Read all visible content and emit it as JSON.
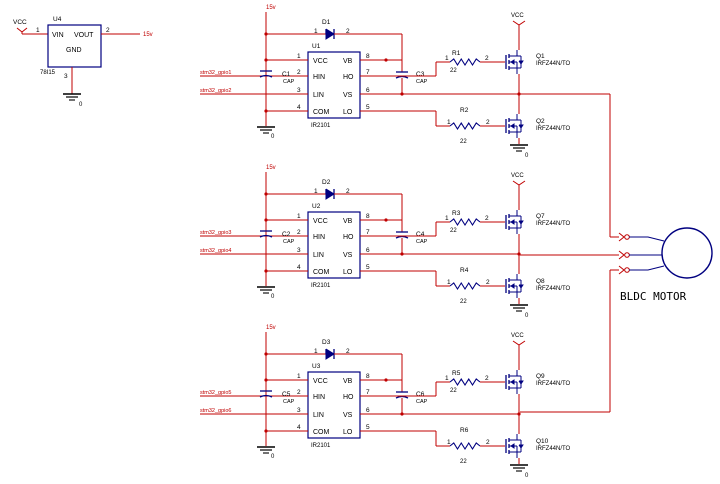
{
  "colors": {
    "wire": "#c00000",
    "body": "#000080",
    "net": "#c00000"
  },
  "regulator": {
    "ref": "U4",
    "part": "78I15",
    "vin": "VIN",
    "vout": "VOUT",
    "gnd": "GND",
    "pin_in": "1",
    "pin_out": "2",
    "pin_gnd": "3",
    "in_net": "VCC",
    "out_net": "15v",
    "gnd_net": "0"
  },
  "driver_pins": {
    "vcc": "VCC",
    "hin": "HIN",
    "lin": "LIN",
    "com": "COM",
    "vb": "VB",
    "ho": "HO",
    "vs": "VS",
    "lo": "LO",
    "p1": "1",
    "p2": "2",
    "p3": "3",
    "p4": "4",
    "p5": "5",
    "p6": "6",
    "p7": "7",
    "p8": "8",
    "part": "IR2101",
    "cap": "CAP",
    "supply": "15v",
    "gnd": "0",
    "mos_part": "IRFZ44N/TO",
    "mos_vcc": "VCC",
    "res_val": "22",
    "res_p1": "1",
    "res_p2": "2",
    "d_p1": "1",
    "d_p2": "2"
  },
  "stages": [
    {
      "driver": "U1",
      "diode": "D1",
      "cboot": "C1",
      "cho": "C3",
      "r_high": "R1",
      "r_low": "R2",
      "q_high": "Q1",
      "q_low": "Q2",
      "hin_net": "stm32_gpio1",
      "lin_net": "stm32_gpio2"
    },
    {
      "driver": "U2",
      "diode": "D2",
      "cboot": "C2",
      "cho": "C4",
      "r_high": "R3",
      "r_low": "R4",
      "q_high": "Q7",
      "q_low": "Q8",
      "hin_net": "stm32_gpio3",
      "lin_net": "stm32_gpio4"
    },
    {
      "driver": "U3",
      "diode": "D3",
      "cboot": "C5",
      "cho": "C6",
      "r_high": "R5",
      "r_low": "R6",
      "q_high": "Q9",
      "q_low": "Q10",
      "hin_net": "stm32_gpio5",
      "lin_net": "stm32_gpio6"
    }
  ],
  "motor": {
    "label": "BLDC MOTOR"
  }
}
